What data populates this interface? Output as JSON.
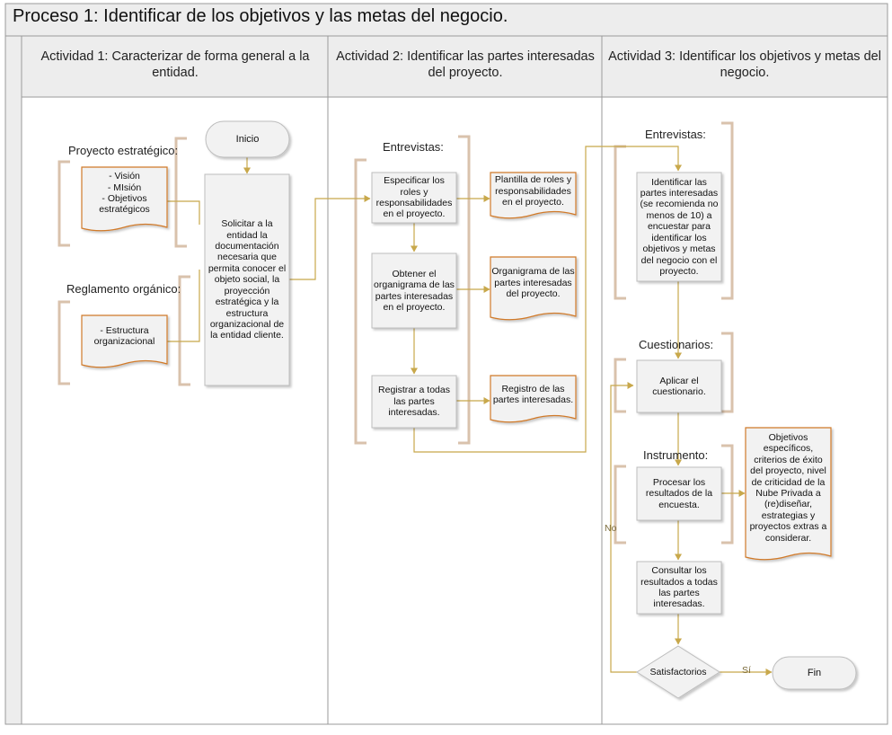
{
  "title": "Proceso 1: Identificar de los objetivos y las metas del negocio.",
  "lanes": [
    {
      "label": "Actividad 1: Caracterizar de forma general a la entidad."
    },
    {
      "label": "Actividad 2: Identificar las partes interesadas del proyecto."
    },
    {
      "label": "Actividad 3: Identificar los objetivos y metas del negocio."
    }
  ],
  "annotations": {
    "proyecto_estrategico": "Proyecto estratégico:",
    "reglamento_organico": "Reglamento orgánico:",
    "entrevistas_1": "Entrevistas:",
    "entrevistas_2": "Entrevistas:",
    "cuestionarios": "Cuestionarios:",
    "instrumento": "Instrumento:"
  },
  "shapes": {
    "inicio": "Inicio",
    "vision_doc": "- Visión\n- MIsión\n- Objetivos estratégicos",
    "estructura_doc": "- Estructura\norganizacional",
    "solicitar": "Solicitar a la entidad la documentación necesaria que permita conocer el objeto social, la proyección estratégica y la estructura organizacional de la entidad cliente.",
    "especificar": "Especificar los roles y responsabilidades en el proyecto.",
    "plantilla": "Plantilla de roles y responsabilidades en el proyecto.",
    "obtener": "Obtener el organigrama de las partes interesadas en el proyecto.",
    "organigrama": "Organigrama de las partes interesadas del proyecto.",
    "registrar": "Registrar a todas las partes interesadas.",
    "registro": "Registro de las partes interesadas.",
    "identificar": "Identificar las partes interesadas (se recomienda no menos de 10) a encuestar para identificar los objetivos y metas del negocio con el proyecto.",
    "aplicar": "Aplicar el cuestionario.",
    "procesar": "Procesar los resultados de la encuesta.",
    "objetivos_doc": "Objetivos específicos, criterios de éxito del proyecto, nivel de criticidad de la Nube Privada a (re)diseñar, estrategias y proyectos extras a considerar.",
    "consultar": "Consultar los resultados a todas las partes interesadas.",
    "satisfactorios": "Satisfactorios",
    "fin": "Fin"
  },
  "edge_labels": {
    "no": "No",
    "si": "Sí"
  },
  "colors": {
    "header_bg": "#ededed",
    "box_fill": "#f2f2f2",
    "accent": "#c8a84b",
    "doc_border": "#d07a2a",
    "bracket": "#d9c2ac",
    "border": "#999999"
  }
}
